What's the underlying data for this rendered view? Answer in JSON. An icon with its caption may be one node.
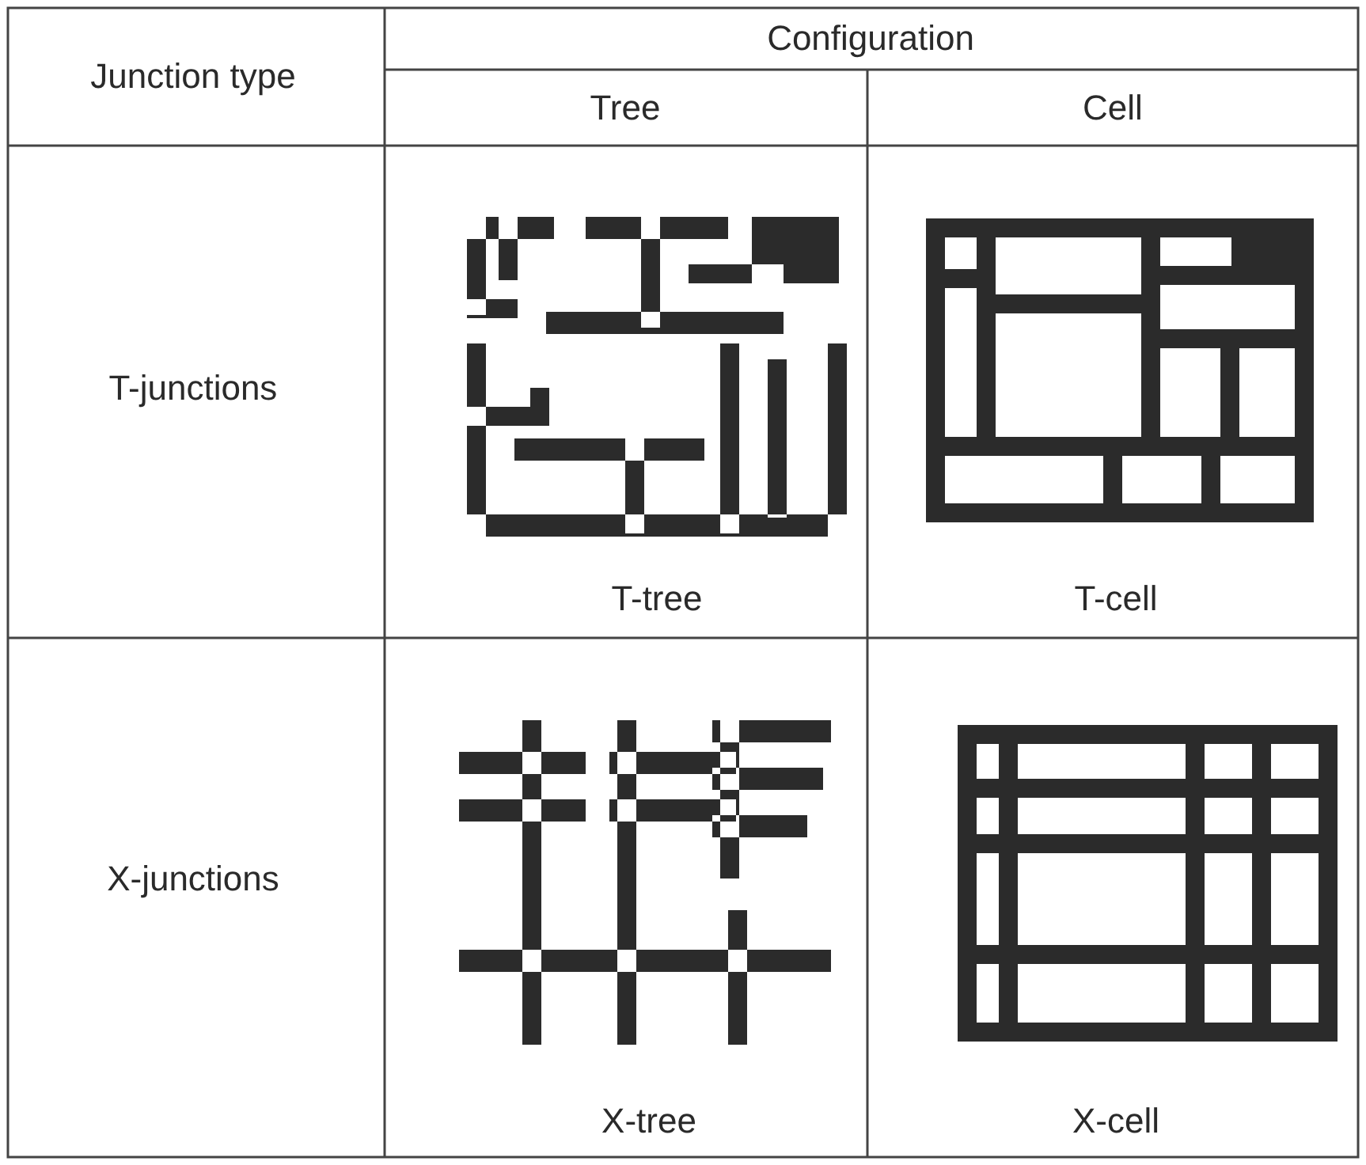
{
  "diagram": {
    "labels": [
      "Junction type",
      "Configuration",
      "Tree",
      "Cell",
      "T-junctions",
      "T-tree",
      "T-cell",
      "X-junctions",
      "X-tree",
      "X-cell"
    ]
  }
}
